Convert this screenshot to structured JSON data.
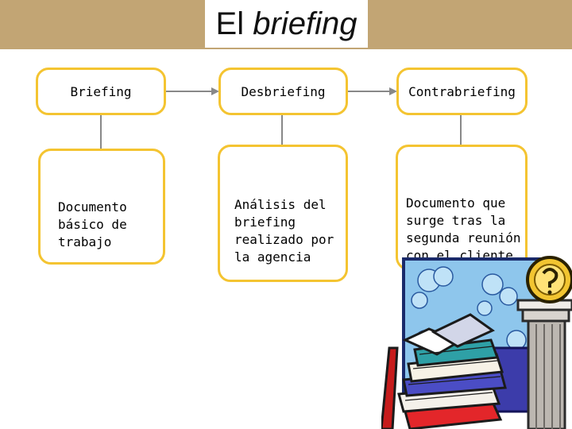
{
  "slide": {
    "title_plain": "El",
    "title_italic": "briefing"
  },
  "columns": [
    {
      "heading": "Briefing",
      "description": "Documento\nbásico de\ntrabajo"
    },
    {
      "heading": "Desbriefing",
      "description": "Análisis del\nbriefing\nrealizado por\nla agencia"
    },
    {
      "heading": "Contrabriefing",
      "description": "Documento que\nsurge tras la\nsegunda reunión\ncon el cliente"
    }
  ],
  "colors": {
    "title_bar": "#c2a574",
    "box_border": "#f4c431",
    "connector": "#888888"
  },
  "decoration": {
    "clipart": "books-and-column-clipart-icon"
  }
}
